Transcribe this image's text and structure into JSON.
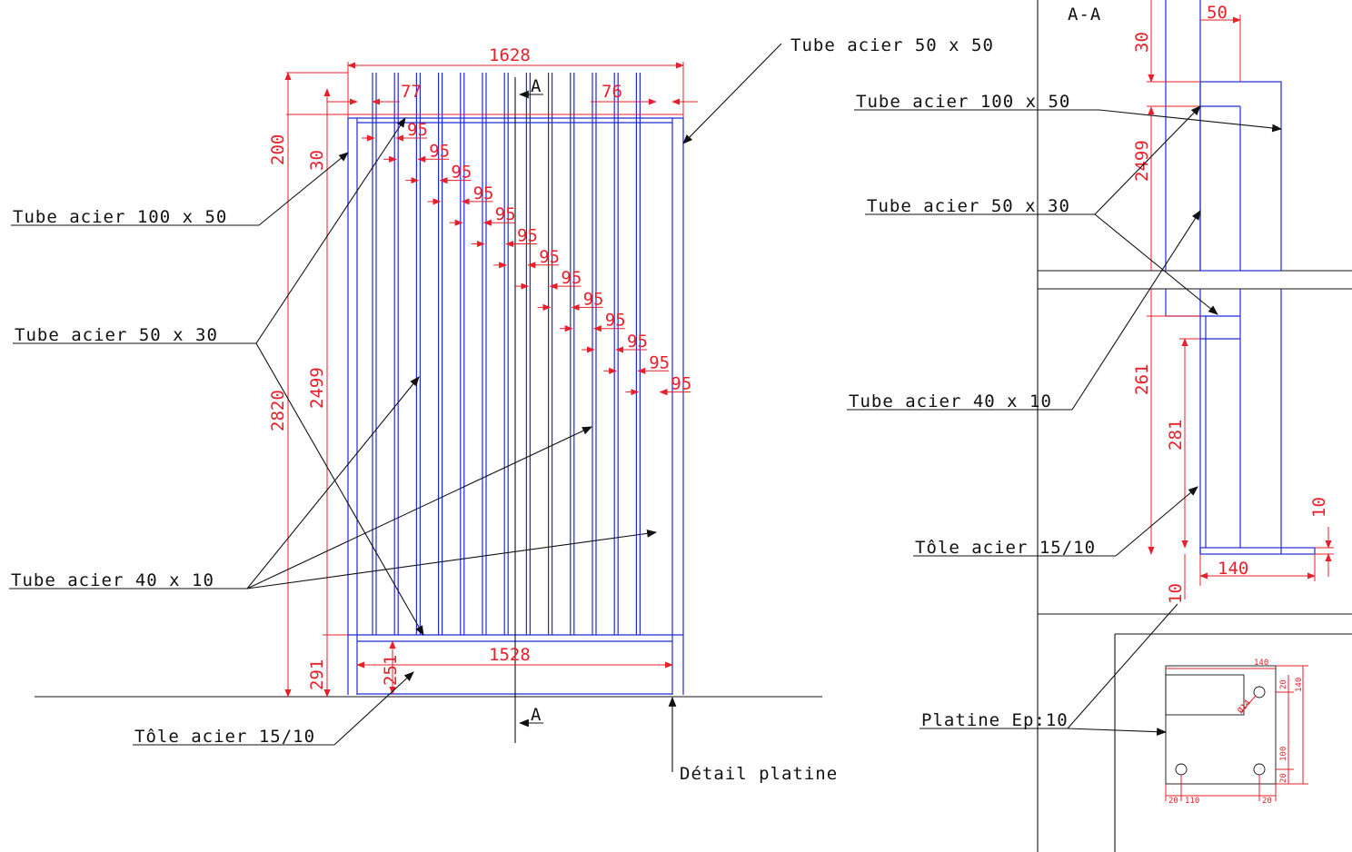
{
  "colors": {
    "outline": "#1f2bd6",
    "dimension": "#e8202a",
    "annotation": "#111111"
  },
  "section_label": "A-A",
  "section_marker": "A",
  "front_view": {
    "labels": {
      "tube_50x50": "Tube acier 50 x 50",
      "tube_100x50": "Tube acier  100 x 50",
      "tube_50x30": "Tube acier  50 x 30",
      "tube_40x10": "Tube acier  40 x 10",
      "tole": "Tôle acier  15/10",
      "detail_platine": "Détail platine"
    },
    "dimensions": {
      "overall_width": "1628",
      "left_offset": "77",
      "right_offset": "76",
      "inner_width": "1528",
      "overall_height": "2820",
      "top_height": "200",
      "rail_height": "30",
      "bar_height": "2499",
      "bottom_height": "291",
      "plate_height": "251",
      "spacings": [
        "95",
        "95",
        "95",
        "95",
        "95",
        "95",
        "95",
        "95",
        "95",
        "95",
        "95",
        "95",
        "95"
      ]
    }
  },
  "section_view": {
    "labels": {
      "tube_100x50": "Tube acier  100 x 50",
      "tube_50x30": "Tube acier 50 x 30",
      "tube_40x10": "Tube acier 40 x 10",
      "tole": "Tôle acier  15/10",
      "platine": "Platine Ep:10"
    },
    "dimensions": {
      "top_width": "50",
      "top_height": "30",
      "bar_height": "2499",
      "lower_261": "261",
      "lower_281": "281",
      "base_thickness": "10",
      "base_offset": "10",
      "base_width": "140"
    }
  },
  "platine_detail": {
    "dimensions": {
      "width": "140",
      "height": "140",
      "hole_dia": "Ø14",
      "edge_top": "20",
      "spacing_vertical": "100",
      "edge_bottom": "20",
      "edge_left": "20",
      "spacing_horizontal": "110",
      "edge_right": "20"
    }
  }
}
